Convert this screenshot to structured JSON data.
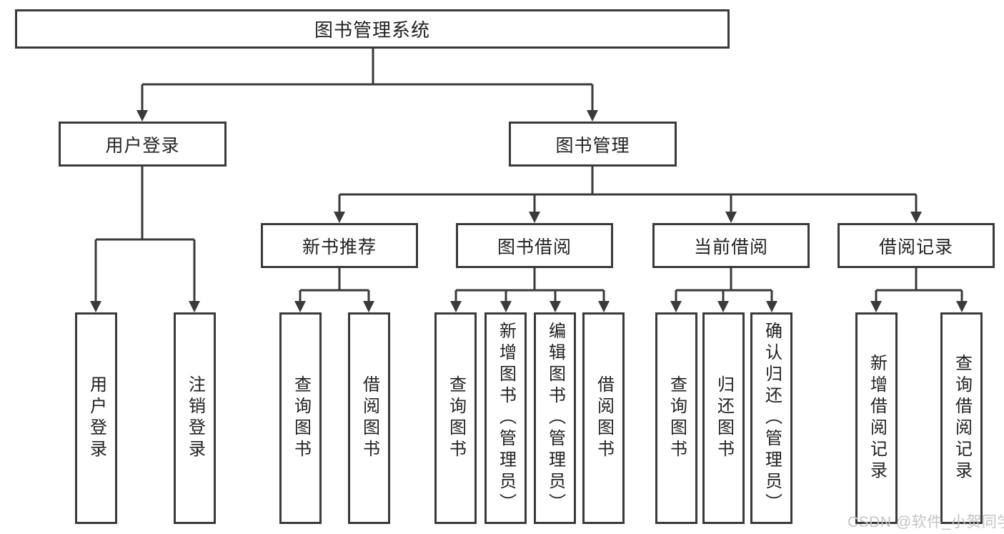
{
  "diagram": {
    "type": "hierarchy-tree",
    "colors": {
      "line": "#3a3a3a",
      "box_border": "#3a3a3a",
      "box_fill": "#ffffff",
      "text": "#222222",
      "watermark": "#c4c4c4",
      "background": "#ffffff"
    },
    "tree": {
      "label": "图书管理系统",
      "children": [
        {
          "label": "用户登录",
          "children": [
            {
              "label": "用户登录"
            },
            {
              "label": "注销登录"
            }
          ]
        },
        {
          "label": "图书管理",
          "children": [
            {
              "label": "新书推荐",
              "children": [
                {
                  "label": "查询图书"
                },
                {
                  "label": "借阅图书"
                }
              ]
            },
            {
              "label": "图书借阅",
              "children": [
                {
                  "label": "查询图书"
                },
                {
                  "label": "新增图书（管理员）"
                },
                {
                  "label": "编辑图书（管理员）"
                },
                {
                  "label": "借阅图书"
                }
              ]
            },
            {
              "label": "当前借阅",
              "children": [
                {
                  "label": "查询图书"
                },
                {
                  "label": "归还图书"
                },
                {
                  "label": "确认归还（管理员）"
                }
              ]
            },
            {
              "label": "借阅记录",
              "children": [
                {
                  "label": "新增借阅记录"
                },
                {
                  "label": "查询借阅记录"
                }
              ]
            }
          ]
        }
      ]
    },
    "watermark": {
      "text": "CSDN @软件_小贺同学"
    }
  }
}
